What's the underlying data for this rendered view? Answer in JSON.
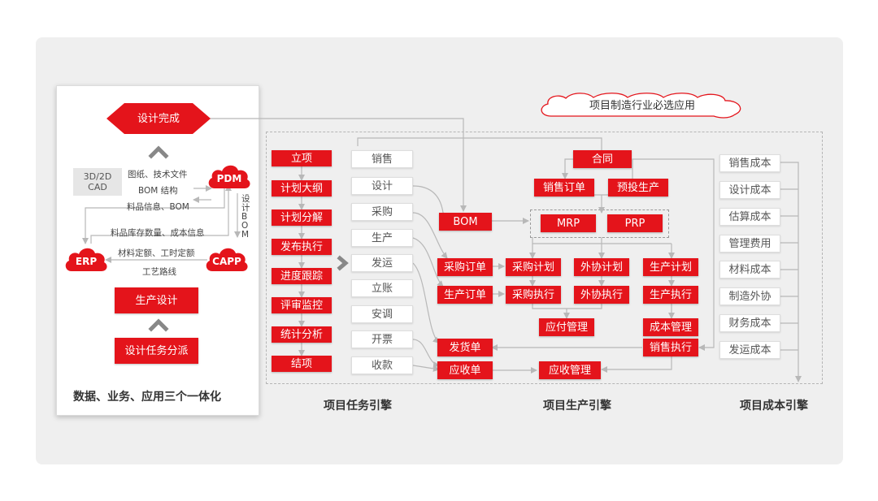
{
  "colors": {
    "accent": "#e4141b",
    "line": "#b8b8b8",
    "panel": "#efefef"
  },
  "left_panel": {
    "design_done": "设计完成",
    "cad": "3D/2D\nCAD",
    "drawings": "图纸、技术文件",
    "bom_struct": "BOM 结构",
    "material_info": "料品信息、BOM",
    "stock_info": "料品库存数量、成本信息",
    "quota": "材料定额、工时定额",
    "route": "工艺路线",
    "design_bom": "设计 BOM",
    "pdm": "PDM",
    "erp": "ERP",
    "capp": "CAPP",
    "production_design": "生产设计",
    "task_dispatch": "设计任务分派",
    "caption": "数据、业务、应用三个一体化"
  },
  "cloud_label": "项目制造行业必选应用",
  "task_steps": [
    "立项",
    "计划大纲",
    "计划分解",
    "发布执行",
    "进度跟踪",
    "评审监控",
    "统计分析",
    "结项"
  ],
  "task_items": [
    "销售",
    "设计",
    "采购",
    "生产",
    "发运",
    "立账",
    "安调",
    "开票",
    "收款"
  ],
  "production": {
    "contract": "合同",
    "sales_order": "销售订单",
    "pre_production": "预投生产",
    "bom": "BOM",
    "mrp": "MRP",
    "prp": "PRP",
    "purchase_order": "采购订单",
    "production_order": "生产订单",
    "purchase_plan": "采购计划",
    "outsource_plan": "外协计划",
    "production_plan": "生产计划",
    "purchase_exec": "采购执行",
    "outsource_exec": "外协执行",
    "production_exec": "生产执行",
    "payable": "应付管理",
    "cost_mgmt": "成本管理",
    "delivery_note": "发货单",
    "sales_exec": "销售执行",
    "receivable_note": "应收单",
    "receivable_mgmt": "应收管理"
  },
  "cost_items": [
    "销售成本",
    "设计成本",
    "估算成本",
    "管理费用",
    "材料成本",
    "制造外协",
    "财务成本",
    "发运成本"
  ],
  "section_titles": {
    "task": "项目任务引擎",
    "production": "项目生产引擎",
    "cost": "项目成本引擎"
  }
}
